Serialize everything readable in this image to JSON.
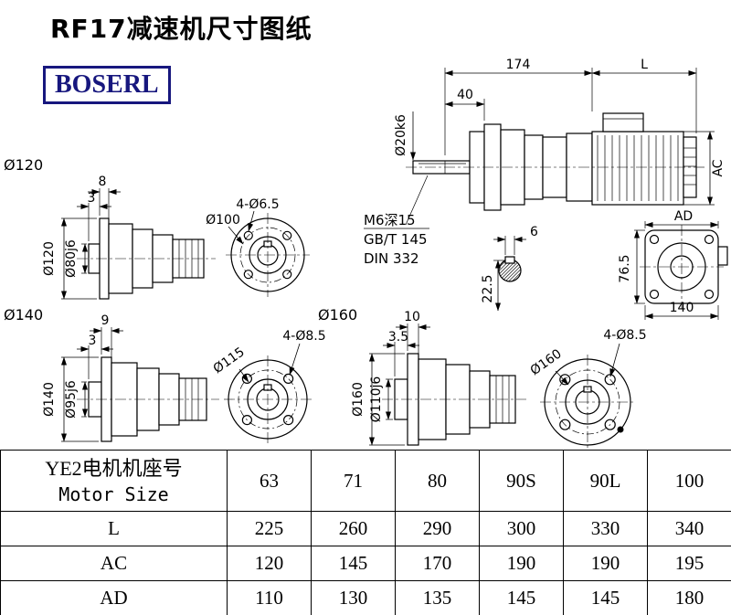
{
  "title": "RF17减速机尺寸图纸",
  "logo_text": "BOSERL",
  "labels": {
    "g120": "Ø120",
    "g140": "Ø140",
    "g160": "Ø160"
  },
  "main_view": {
    "dim_174": "174",
    "dim_L": "L",
    "dim_40": "40",
    "dim_shaft": "Ø20k6",
    "dim_ac": "AC",
    "dim_ad": "AD",
    "note_line1": "M6深15",
    "note_line2": "GB/T 145",
    "note_line3": "DIN 332",
    "dim_key_width": "6",
    "dim_key_depth": "22.5",
    "dim_end_height": "76.5",
    "dim_end_width": "140"
  },
  "view120": {
    "dim_8": "8",
    "dim_3": "3",
    "dim_flange": "Ø120",
    "dim_spigot": "Ø80j6",
    "dim_holes": "4-Ø6.5",
    "dim_bolt_circle": "Ø100"
  },
  "view140": {
    "dim_9": "9",
    "dim_3": "3",
    "dim_flange": "Ø140",
    "dim_spigot": "Ø95j6",
    "dim_bolt_circle": "Ø115",
    "dim_holes": "4-Ø8.5"
  },
  "view160": {
    "dim_10": "10",
    "dim_3_5": "3.5",
    "dim_flange": "Ø160",
    "dim_spigot": "Ø110j6",
    "dim_bolt_circle": "Ø160",
    "dim_holes": "4-Ø8.5"
  },
  "table": {
    "header_cn": "YE2电机机座号",
    "header_en": "Motor Size",
    "motor_sizes": [
      "63",
      "71",
      "80",
      "90S",
      "90L",
      "100"
    ],
    "rows": [
      {
        "label": "L",
        "values": [
          "225",
          "260",
          "290",
          "300",
          "330",
          "340"
        ]
      },
      {
        "label": "AC",
        "values": [
          "120",
          "145",
          "170",
          "190",
          "190",
          "195"
        ]
      },
      {
        "label": "AD",
        "values": [
          "110",
          "130",
          "135",
          "145",
          "145",
          "180"
        ]
      }
    ]
  }
}
